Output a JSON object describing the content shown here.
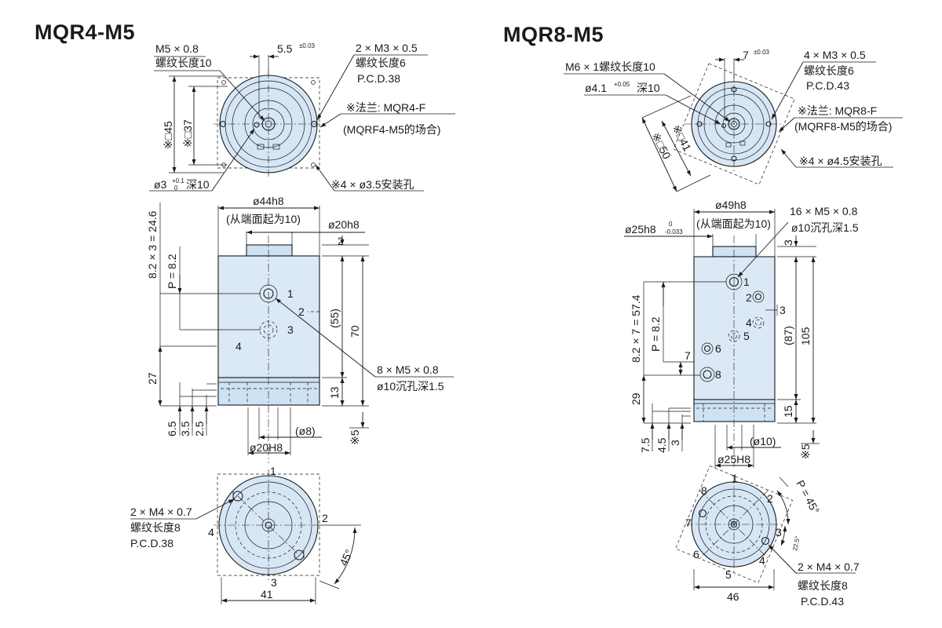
{
  "models": {
    "left": {
      "title": "MQR4-M5"
    },
    "right": {
      "title": "MQR8-M5"
    }
  },
  "left": {
    "top_view": {
      "m5": "M5 × 0.8",
      "m5_depth": "螺纹长度10",
      "offset": "5.5",
      "offset_tol": "±0.03",
      "m3": "2 × M3 × 0.5",
      "m3_depth": "螺纹长度6",
      "m3_pcd": "P.C.D.38",
      "sq45": "※□45",
      "sq37": "※□37",
      "flange": "※法兰: MQR4-F",
      "flange_note": "(MQRF4-M5的场合)",
      "mount_holes": "※4 × ø3.5安装孔",
      "pin_hole": "ø3",
      "pin_tol_upper": "+0.1",
      "pin_tol_lower": "0",
      "pin_depth": "深10"
    },
    "side_view": {
      "d44": "ø44h8",
      "from_end": "(从端面起为10)",
      "d20h8": "ø20h8",
      "dim2": "2",
      "pitch_total": "8.2 × 3 = 24.6",
      "pitch": "P = 8.2",
      "dim27": "27",
      "port1": "1",
      "port2": "2",
      "port3": "3",
      "port4": "4",
      "dim55": "(55)",
      "dim70": "70",
      "dim13": "13",
      "ports": "8 × M5 × 0.8",
      "counterbore": "ø10沉孔深1.5",
      "dim6_5": "6.5",
      "dim3_5": "3.5",
      "dim2_5": "2.5",
      "d8": "(ø8)",
      "d20H8": "ø20H8",
      "dim5": "※5"
    },
    "bottom_view": {
      "m4": "2 × M4 × 0.7",
      "m4_depth": "螺纹长度8",
      "m4_pcd": "P.C.D.38",
      "n1": "1",
      "n2": "2",
      "n3": "3",
      "n4": "4",
      "angle": "45°",
      "dim41": "41"
    }
  },
  "right": {
    "top_view": {
      "m6": "M6 × 1螺纹长度10",
      "pin_hole": "ø4.1",
      "pin_tol": "+0.05",
      "pin_depth": "深10",
      "offset": "7",
      "offset_tol": "±0.03",
      "m3": "4 × M3 × 0.5",
      "m3_depth": "螺纹长度6",
      "m3_pcd": "P.C.D.43",
      "flange": "※法兰: MQR8-F",
      "flange_note": "(MQRF8-M5的场合)",
      "mount_holes": "※4 × ø4.5安装孔",
      "sq50": "※□50",
      "sq41": "※□41"
    },
    "side_view": {
      "d49": "ø49h8",
      "from_end": "(从端面起为10)",
      "d25h8": "ø25h8",
      "d25_tol_upper": "0",
      "d25_tol_lower": "-0.033",
      "ports": "16 × M5 × 0.8",
      "counterbore": "ø10沉孔深1.5",
      "dim3": "3",
      "pitch_total": "8.2 × 7 = 57.4",
      "pitch": "P = 8.2",
      "dim29": "29",
      "dim7": "7",
      "port1": "1",
      "port2": "2",
      "port3": "3",
      "port4": "4",
      "port5": "5",
      "port6": "6",
      "port8": "8",
      "dim87": "(87)",
      "dim105": "105",
      "dim15": "15",
      "dim7_5": "7.5",
      "dim4_5": "4.5",
      "dim3b": "3",
      "d10": "(ø10)",
      "d25H8": "ø25H8",
      "dim5": "※5"
    },
    "bottom_view": {
      "pitch_angle": "P = 45°",
      "half_angle": "22.5°",
      "m4": "2 × M4 × 0.7",
      "m4_depth": "螺纹长度8",
      "m4_pcd": "P.C.D.43",
      "dim46": "46",
      "n1": "1",
      "n2": "2",
      "n3": "3",
      "n4": "4",
      "n5": "5",
      "n6": "6",
      "n7": "7",
      "n8": "8"
    }
  }
}
